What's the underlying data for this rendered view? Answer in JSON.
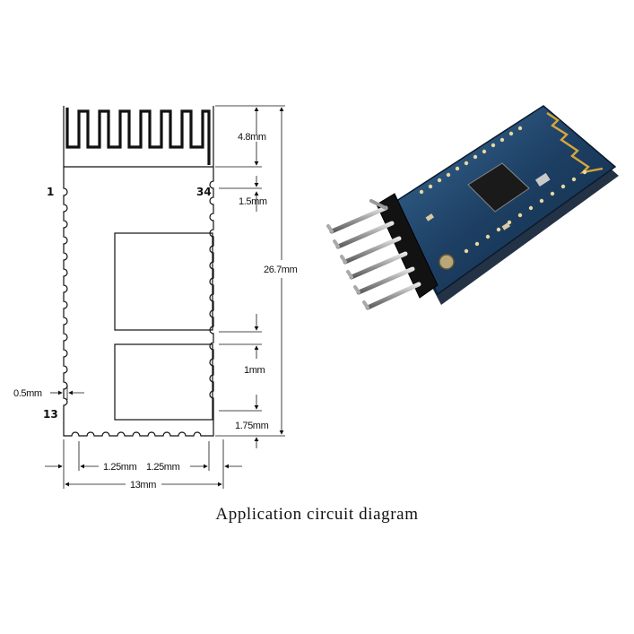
{
  "drawing": {
    "pin_first": "1",
    "pin_last": "34",
    "pin_bottom": "13",
    "dimensions": {
      "antenna_height": "4.8mm",
      "first_pad_offset": "1.5mm",
      "total_length": "26.7mm",
      "shield_gap": "1mm",
      "bottom_offset": "1.75mm",
      "pad_depth": "0.5mm",
      "pad_pitch_left": "1.25mm",
      "pad_pitch_right": "1.25mm",
      "total_width": "13mm"
    }
  },
  "photo": {
    "pcb_color": "#1d3f63",
    "header_color": "#111111",
    "pin_count": 6
  },
  "caption": "Application circuit diagram"
}
